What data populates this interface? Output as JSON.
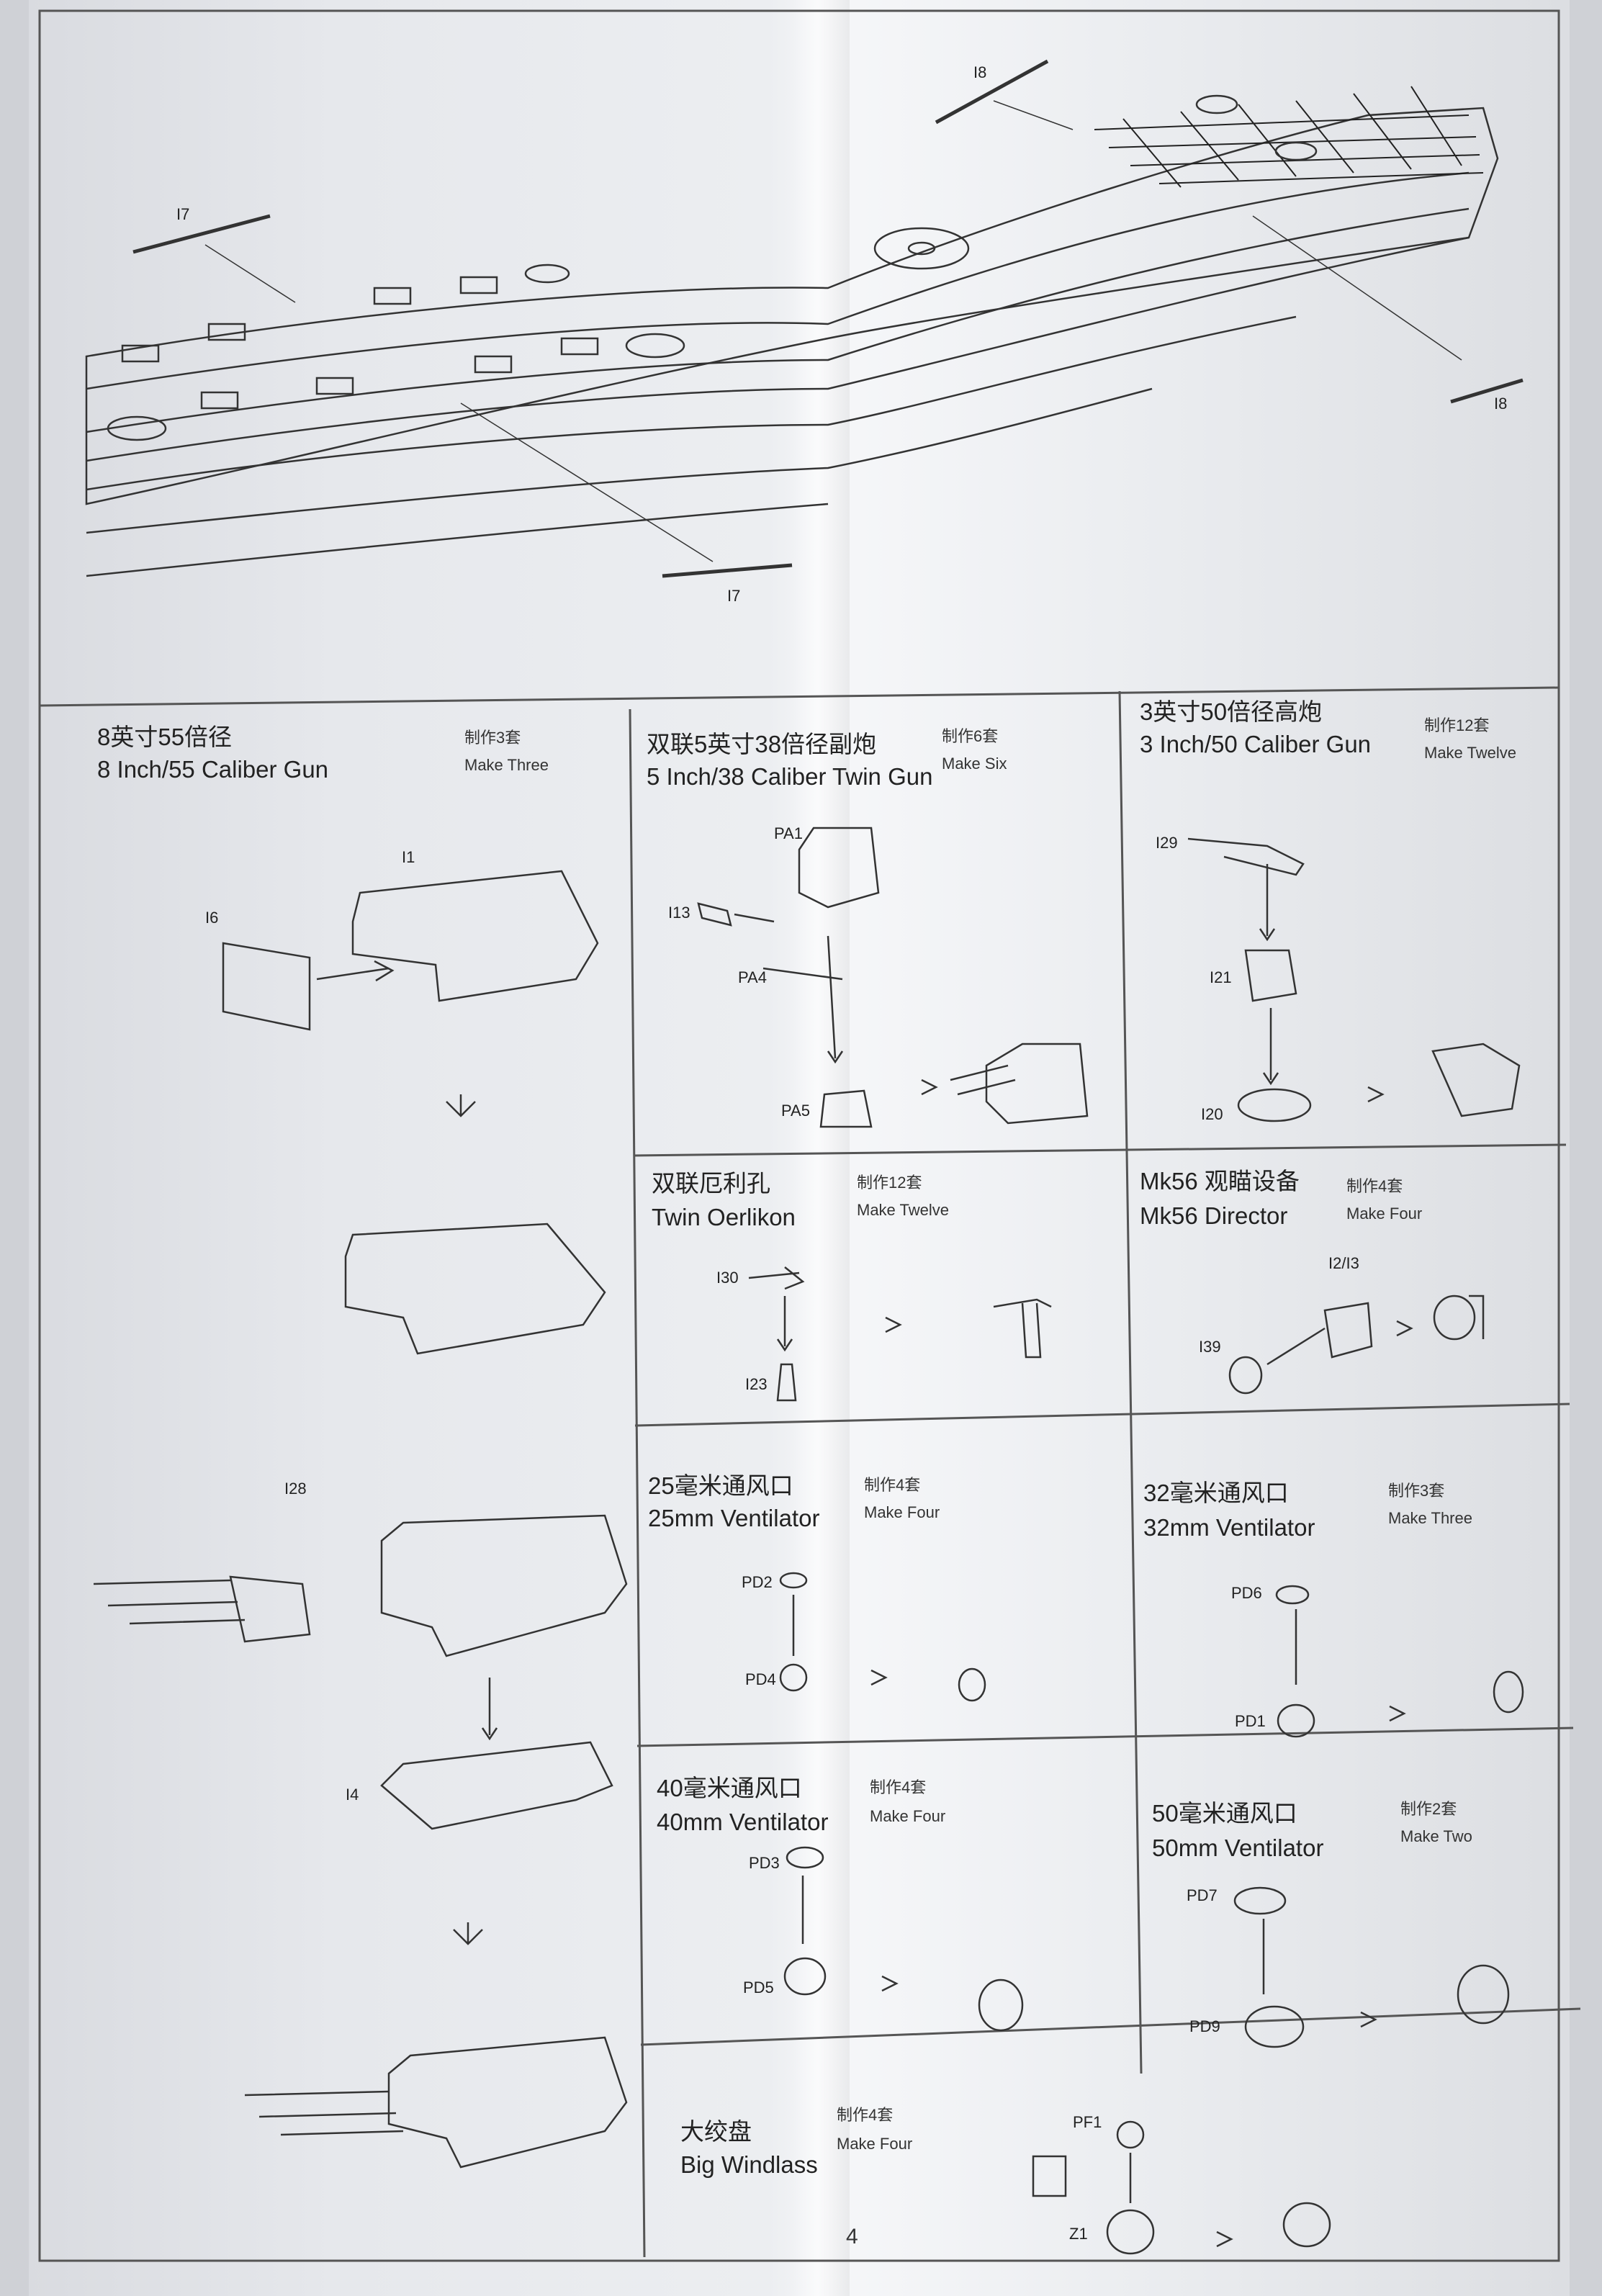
{
  "page_number": "4",
  "hull_labels": {
    "i7_a": "I7",
    "i7_b": "I7",
    "i8_a": "I8",
    "i8_b": "I8"
  },
  "sections": {
    "gun8": {
      "cn": "8英寸55倍径",
      "en": "8 Inch/55 Caliber Gun",
      "make_cn": "制作3套",
      "make_en": "Make Three",
      "parts": {
        "i1": "I1",
        "i6": "I6",
        "i28": "I28",
        "i4": "I4"
      }
    },
    "twin5": {
      "cn": "双联5英寸38倍径副炮",
      "en": "5 Inch/38 Caliber Twin Gun",
      "make_cn": "制作6套",
      "make_en": "Make Six",
      "parts": {
        "pa1": "PA1",
        "i13": "I13",
        "pa4": "PA4",
        "pa5": "PA5"
      }
    },
    "gun3": {
      "cn": "3英寸50倍径高炮",
      "en": "3 Inch/50 Caliber Gun",
      "make_cn": "制作12套",
      "make_en": "Make Twelve",
      "parts": {
        "i29": "I29",
        "i21": "I21",
        "i20": "I20"
      }
    },
    "oerlikon": {
      "cn": "双联厄利孔",
      "en": "Twin Oerlikon",
      "make_cn": "制作12套",
      "make_en": "Make Twelve",
      "parts": {
        "i30": "I30",
        "i23": "I23"
      }
    },
    "mk56": {
      "cn": "Mk56 观瞄设备",
      "en": "Mk56 Director",
      "make_cn": "制作4套",
      "make_en": "Make Four",
      "parts": {
        "i2i3": "I2/I3",
        "i39": "I39"
      }
    },
    "vent25": {
      "cn": "25毫米通风口",
      "en": "25mm Ventilator",
      "make_cn": "制作4套",
      "make_en": "Make Four",
      "parts": {
        "pd2": "PD2",
        "pd4": "PD4"
      }
    },
    "vent32": {
      "cn": "32毫米通风口",
      "en": "32mm Ventilator",
      "make_cn": "制作3套",
      "make_en": "Make Three",
      "parts": {
        "pd6": "PD6",
        "pd1": "PD1"
      }
    },
    "vent40": {
      "cn": "40毫米通风口",
      "en": "40mm Ventilator",
      "make_cn": "制作4套",
      "make_en": "Make Four",
      "parts": {
        "pd3": "PD3",
        "pd5": "PD5"
      }
    },
    "vent50": {
      "cn": "50毫米通风口",
      "en": "50mm Ventilator",
      "make_cn": "制作2套",
      "make_en": "Make Two",
      "parts": {
        "pd7": "PD7",
        "pd9": "PD9"
      }
    },
    "windlass": {
      "cn": "大绞盘",
      "en": "Big Windlass",
      "make_cn": "制作4套",
      "make_en": "Make Four",
      "parts": {
        "pf1": "PF1",
        "z1": "Z1"
      }
    }
  }
}
